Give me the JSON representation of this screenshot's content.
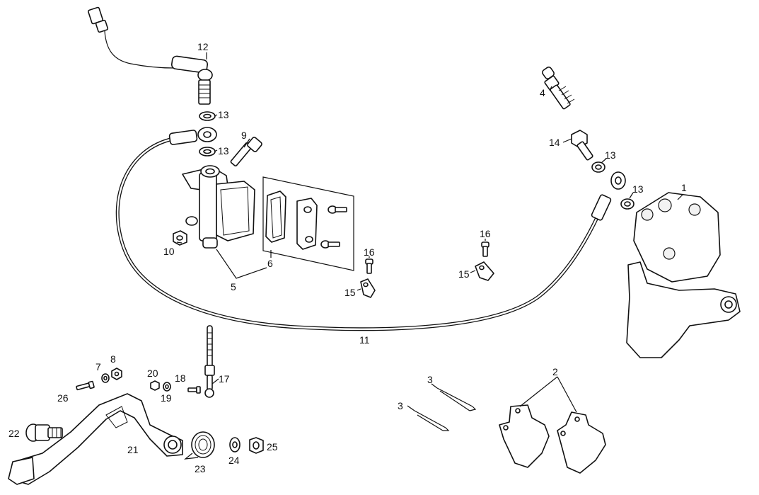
{
  "labels": {
    "l1": "1",
    "l2": "2",
    "l3a": "3",
    "l3b": "3",
    "l4": "4",
    "l5": "5",
    "l6": "6",
    "l7": "7",
    "l8": "8",
    "l9": "9",
    "l10": "10",
    "l11": "11",
    "l12": "12",
    "l13a": "13",
    "l13b": "13",
    "l13c": "13",
    "l13d": "13",
    "l14": "14",
    "l15a": "15",
    "l15b": "15",
    "l16a": "16",
    "l16b": "16",
    "l17": "17",
    "l18": "18",
    "l19": "19",
    "l20": "20",
    "l21": "21",
    "l22": "22",
    "l23": "23",
    "l24": "24",
    "l25": "25",
    "l26": "26"
  }
}
